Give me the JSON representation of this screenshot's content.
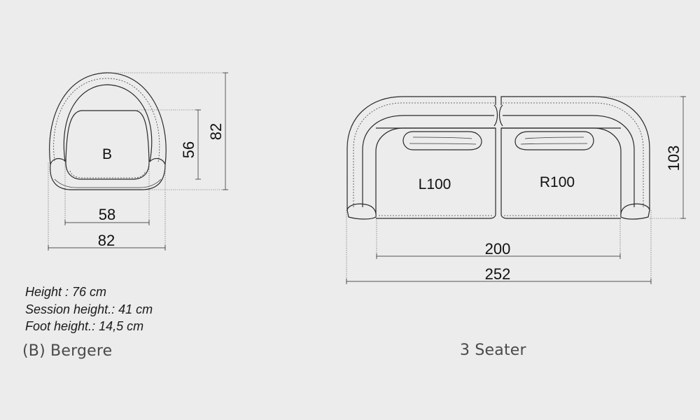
{
  "bergere": {
    "seat_label": "B",
    "dim_depth_outer": "82",
    "dim_depth_inner": "56",
    "dim_width_inner": "58",
    "dim_width_outer": "82",
    "caption": "(B) Bergere"
  },
  "seater": {
    "left_module": "L100",
    "right_module": "R100",
    "dim_depth": "103",
    "dim_width_inner": "200",
    "dim_width_outer": "252",
    "caption": "3 Seater"
  },
  "specs": {
    "height": "Height : 76 cm",
    "session_height": "Session height.: 41 cm",
    "foot_height": "Foot height.: 14,5 cm"
  }
}
